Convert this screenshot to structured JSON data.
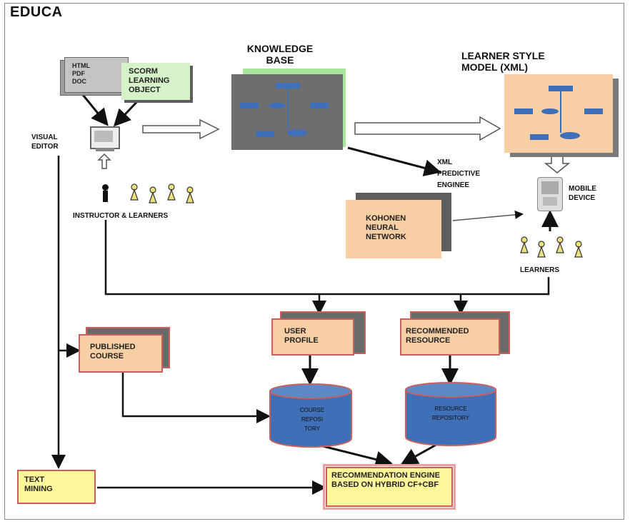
{
  "title": "EDUCA",
  "sources": {
    "doc_types": [
      "HTML",
      "PDF",
      "DOC"
    ],
    "scorm": "SCORM LEARNING OBJECT"
  },
  "visual_editor": "VISUAL EDITOR",
  "knowledge_base": "KNOWLEDGE BASE",
  "learner_style_model": "LEARNER STYLE MODEL (XML)",
  "xml_engine": "XML PREDICTIVE ENGINEE",
  "mobile_device": "MOBILE DEVICE",
  "kohonen": "KOHONEN NEURAL NETWORK",
  "instructor_learners": "INSTRUCTOR & LEARNERS",
  "learners": "LEARNERS",
  "user_profile": "USER PROFILE",
  "recommended_resource": "RECOMMENDED RESOURCE",
  "published_course": "PUBLISHED COURSE",
  "course_repository": "COURSE REPOSI TORY",
  "resource_repository": "RESOURCE REPOSITORY",
  "text_mining": "TEXT MINING",
  "recommendation_engine": "RECOMMENDATION ENGINE BASED ON HYBRID CF+CBF",
  "colors": {
    "peach": "#f8cfa4",
    "yellow": "#fff79a",
    "blue": "#3f6fb6",
    "green": "#d6f2c8",
    "border": "#c96060"
  }
}
